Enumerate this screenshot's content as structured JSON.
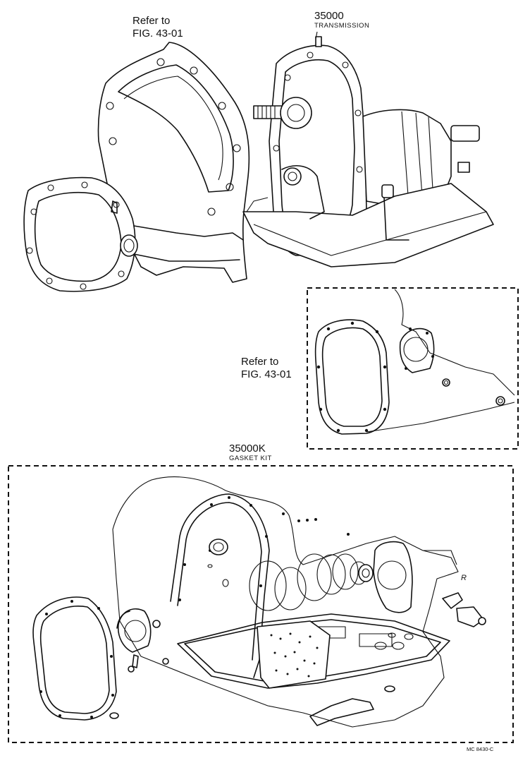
{
  "labels": {
    "refer_top_line1": "Refer to",
    "refer_top_line2": "FIG. 43-01",
    "transmission_part": "35000",
    "transmission_name": "TRANSMISSION",
    "refer_mid_line1": "Refer to",
    "refer_mid_line2": "FIG. 43-01",
    "gasket_part": "35000K",
    "gasket_name": "GASKET KIT",
    "small_mark": "R",
    "figure_code": "MC 8430-C"
  }
}
